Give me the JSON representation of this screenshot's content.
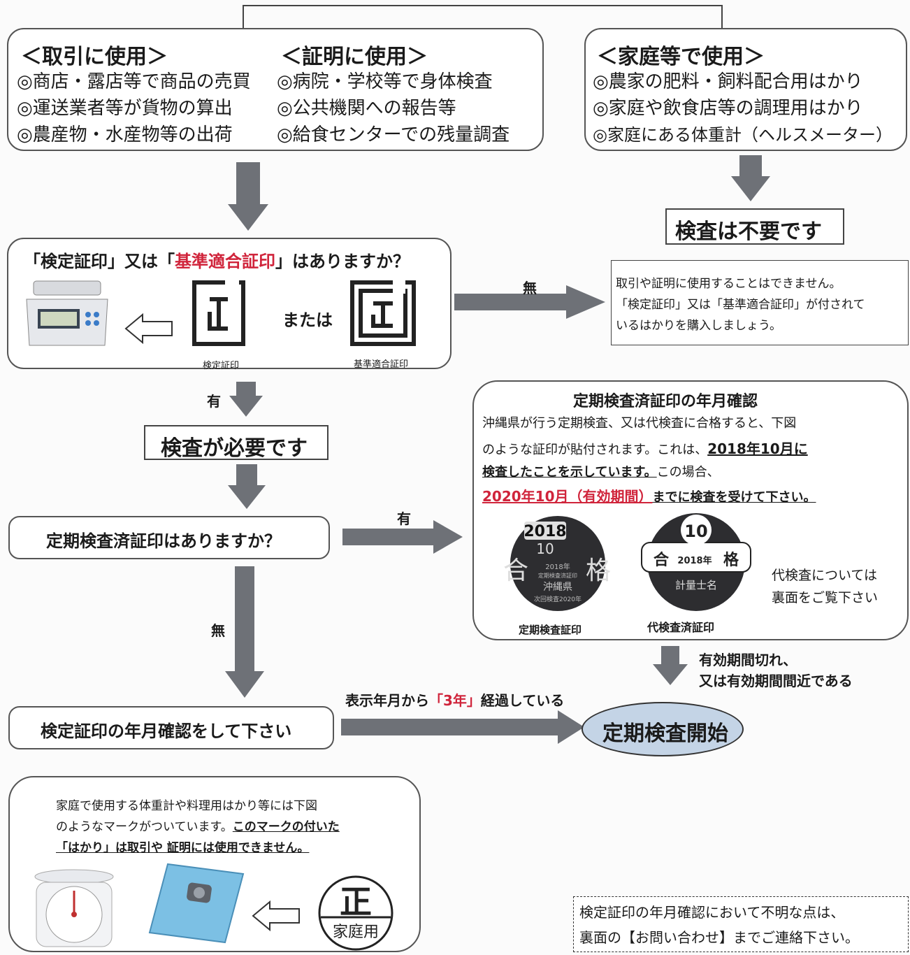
{
  "top_left": {
    "trade_title": "＜取引に使用＞",
    "trade_items": [
      "◎商店・露店等で商品の売買",
      "◎運送業者等が貨物の算出",
      "◎農産物・水産物等の出荷"
    ],
    "proof_title": "＜証明に使用＞",
    "proof_items": [
      "◎病院・学校等で身体検査",
      "◎公共機関への報告等",
      "◎給食センターでの残量調査"
    ]
  },
  "top_right": {
    "title": "＜家庭等で使用＞",
    "items": [
      "◎農家の肥料・飼料配合用はかり",
      "◎家庭や飲食店等の調理用はかり",
      "◎家庭にある体重計（ヘルスメーター）"
    ]
  },
  "no_inspection": "検査は不要です",
  "question1": {
    "prefix": "「検定証印」又は「",
    "highlight": "基準適合証印",
    "suffix": "」はありますか？",
    "or_text": "または",
    "mark1_caption": "検定証印",
    "mark2_caption": "基準適合証印"
  },
  "label_none_1": "無",
  "warning": {
    "lines": [
      "取引や証明に使用することはできません。",
      "「検定証印」又は「基準適合証印」が付されて",
      "いるはかりを購入しましょう。"
    ]
  },
  "label_yes_1": "有",
  "inspection_needed": "検査が必要です",
  "question2": "定期検査済証印はありますか？",
  "label_yes_2": "有",
  "label_none_2": "無",
  "periodic": {
    "title": "定期検査済証印の年月確認",
    "line1": "沖縄県が行う定期検査、又は代検査に合格すると、下図",
    "line2_plain": "のような証印が貼付されます。これは、",
    "line2_u": "2018年10月に",
    "line3_u": "検査したことを示しています。",
    "line3_plain": "この場合、",
    "line4_red": "2020年10月（有効期間）",
    "line4_u": "までに検査を受けて下さい。",
    "seal1": {
      "year": "2018",
      "month": "10",
      "char1": "合",
      "char2": "格",
      "t1": "2018年",
      "t2": "定期検査済証印",
      "t3": "沖縄県",
      "t4": "次回検査2020年",
      "caption": "定期検査証印"
    },
    "seal2": {
      "month": "10",
      "char1": "合",
      "year": "2018年",
      "char2": "格",
      "name": "計量士名",
      "caption": "代検査済証印"
    },
    "side_note": [
      "代検査については",
      "裏面をご覧下さい"
    ]
  },
  "expired_note": [
    "有効期間切れ、",
    "又は有効期間間近である"
  ],
  "check_date": "検定証印の年月確認をして下さい",
  "elapsed": {
    "prefix": "表示年月から",
    "highlight": "「3年」",
    "suffix": "経過している"
  },
  "start": "定期検査開始",
  "household": {
    "line1": "家庭で使用する体重計や料理用はかり等には下図",
    "line2_plain": "のようなマークがついています。",
    "line2_u": "このマークの付いた",
    "line3_u": "「はかり」は取引や 証明には使用できません。",
    "mark_char": "正",
    "mark_text": "家庭用"
  },
  "contact": [
    "検定証印の年月確認において不明な点は、",
    "裏面の【お問い合わせ】までご連絡下さい。"
  ],
  "colors": {
    "arrow": "#6e7177",
    "accent_red": "#d0243b",
    "oval": "#c4d4e6"
  }
}
